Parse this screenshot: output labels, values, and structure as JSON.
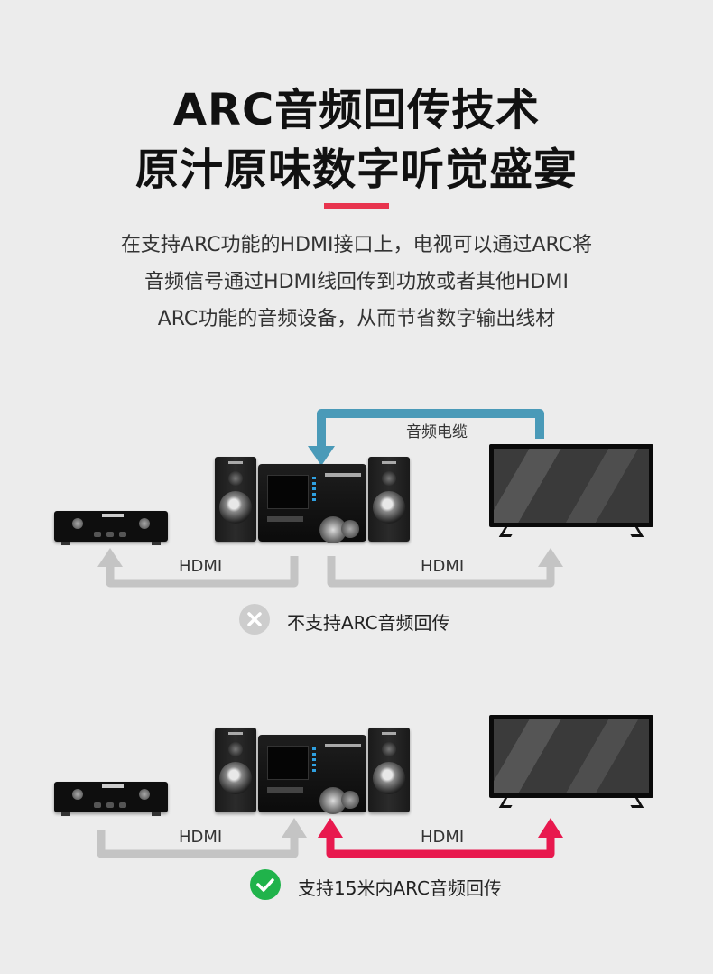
{
  "heading": {
    "line1": "ARC音频回传技术",
    "line2": "原汁原味数字听觉盛宴"
  },
  "description": {
    "line1": "在支持ARC功能的HDMI接口上，电视可以通过ARC将",
    "line2": "音频信号通过HDMI线回传到功放或者其他HDMI",
    "line3": "ARC功能的音频设备，从而节省数字输出线材"
  },
  "diagram_no_arc": {
    "cable_label": "音频电缆",
    "left_link_label": "HDMI",
    "right_link_label": "HDMI",
    "status_text": "不支持ARC音频回传",
    "status_icon": "x-icon"
  },
  "diagram_arc": {
    "left_link_label": "HDMI",
    "right_link_label": "HDMI",
    "status_text": "支持15米内ARC音频回传",
    "status_icon": "check-icon"
  },
  "colors": {
    "accent": "#e8344e",
    "audio_cable": "#4a9ab8",
    "arrow_gray": "#c4c4c4",
    "arc_arrow": "#e8194e",
    "check": "#20b34b"
  }
}
